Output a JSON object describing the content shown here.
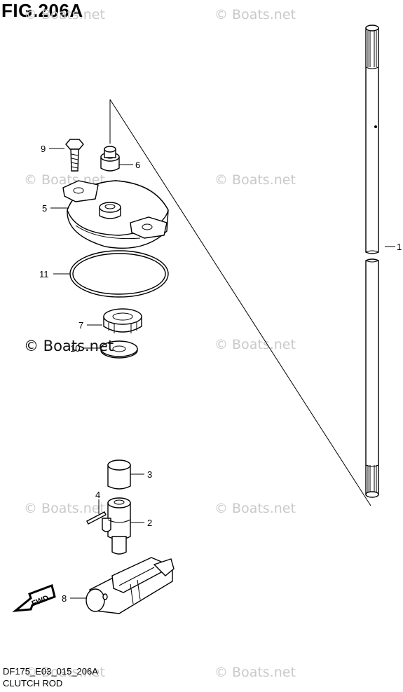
{
  "figure": {
    "title": "FIG.206A",
    "code": "DF175_E03_015_206A",
    "name": "CLUTCH ROD"
  },
  "watermark": {
    "text": "© Boats.net"
  },
  "callouts": [
    "1",
    "2",
    "3",
    "4",
    "5",
    "6",
    "7",
    "8",
    "9",
    "10",
    "11"
  ],
  "fwd_arrow": {
    "label": "FWD"
  }
}
